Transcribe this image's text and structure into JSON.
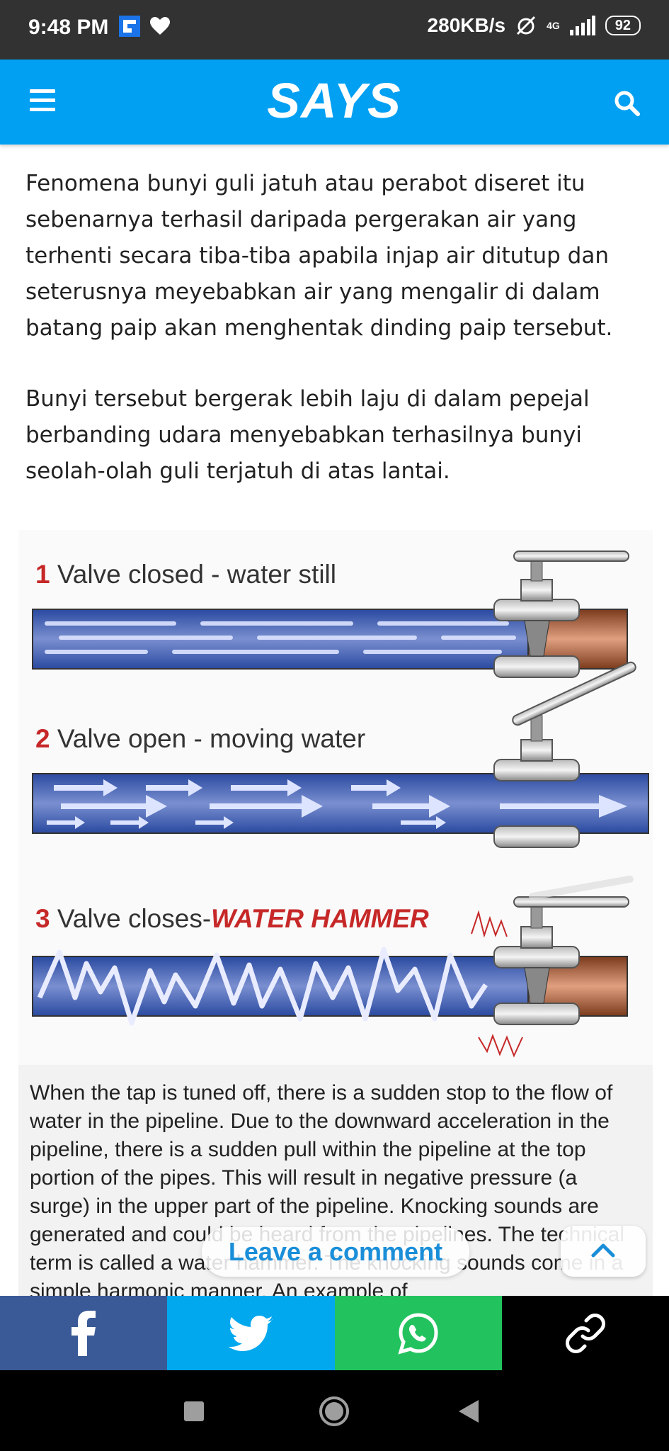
{
  "status_bar": {
    "time": "9:48 PM",
    "speed": "280KB/s",
    "network": "4G",
    "battery": "92"
  },
  "header": {
    "logo": "SAYS"
  },
  "article": {
    "paragraph1": "Fenomena bunyi guli jatuh atau perabot diseret itu sebenarnya terhasil daripada pergerakan air yang terhenti secara tiba-tiba apabila injap air ditutup dan seterusnya meyebabkan air yang mengalir di dalam batang paip akan menghentak dinding paip tersebut.",
    "paragraph2": "Bunyi tersebut bergerak lebih laju di dalam pepejal berbanding udara menyebabkan terhasilnya bunyi seolah-olah guli terjatuh di atas lantai."
  },
  "figure": {
    "step1_num": "1",
    "step1_text": "Valve closed - water still",
    "step2_num": "2",
    "step2_text": "Valve open - moving water",
    "step3_num": "3",
    "step3_text": "Valve closes-",
    "step3_emphasis": "WATER HAMMER",
    "caption": "When the tap is tuned off, there is a sudden stop to the flow of water in the pipeline. Due to the downward acceleration in the pipeline, there is a sudden pull within the pipeline at the top portion of the pipes. This will result in negative pressure (a surge) in the upper part of the pipeline. Knocking sounds are generated and could be heard from the pipelines. The technical term is called a water hammer. The knocking sounds come in a simple harmonic manner. An example of"
  },
  "floating": {
    "leave_comment": "Leave a comment"
  },
  "share_bar": {
    "colors": {
      "facebook": "#3a5a97",
      "twitter": "#02a8ee",
      "whatsapp": "#22c35e",
      "link": "#000000"
    }
  }
}
